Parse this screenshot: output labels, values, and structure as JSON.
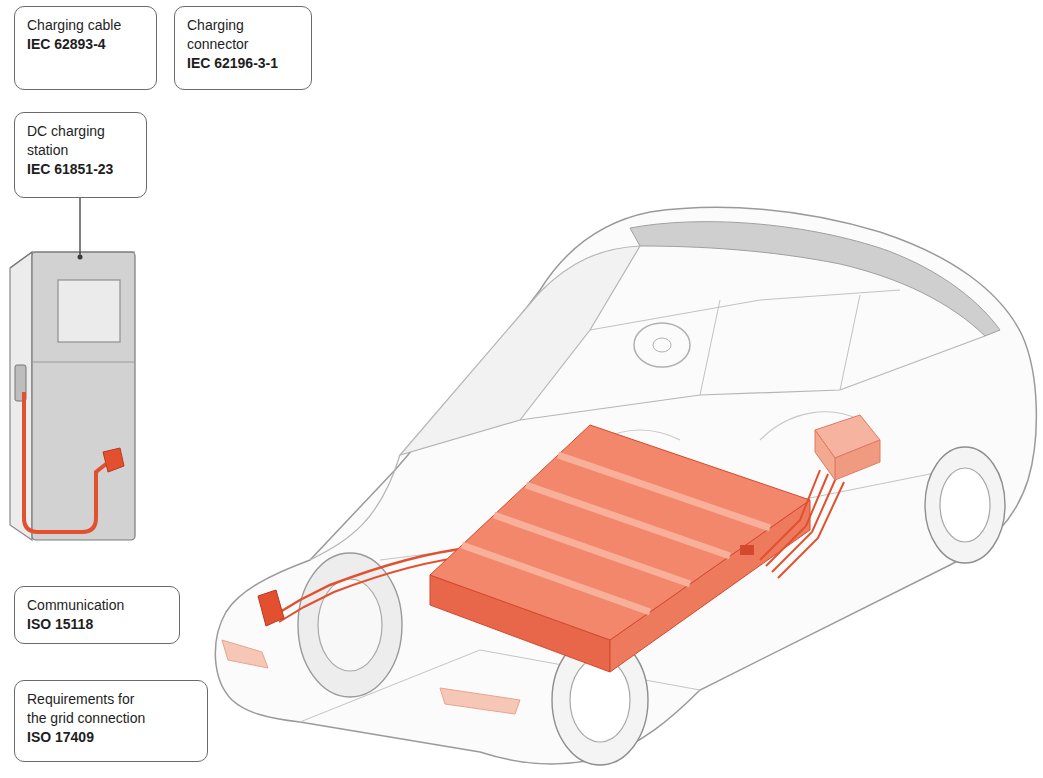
{
  "diagram": {
    "nodes": [
      {
        "text": [
          "Charging cable",
          "IEC 62893-4"
        ]
      },
      {
        "text": [
          "Charging connector",
          "IEC 62196-3-1"
        ]
      },
      {
        "text": [
          "DC charging station",
          "IEC 61851-23"
        ]
      },
      {
        "text": [
          "Communication",
          "ISO 15118"
        ]
      },
      {
        "text": [
          "Requirements for the grid connection",
          "ISO 17409"
        ]
      }
    ]
  }
}
